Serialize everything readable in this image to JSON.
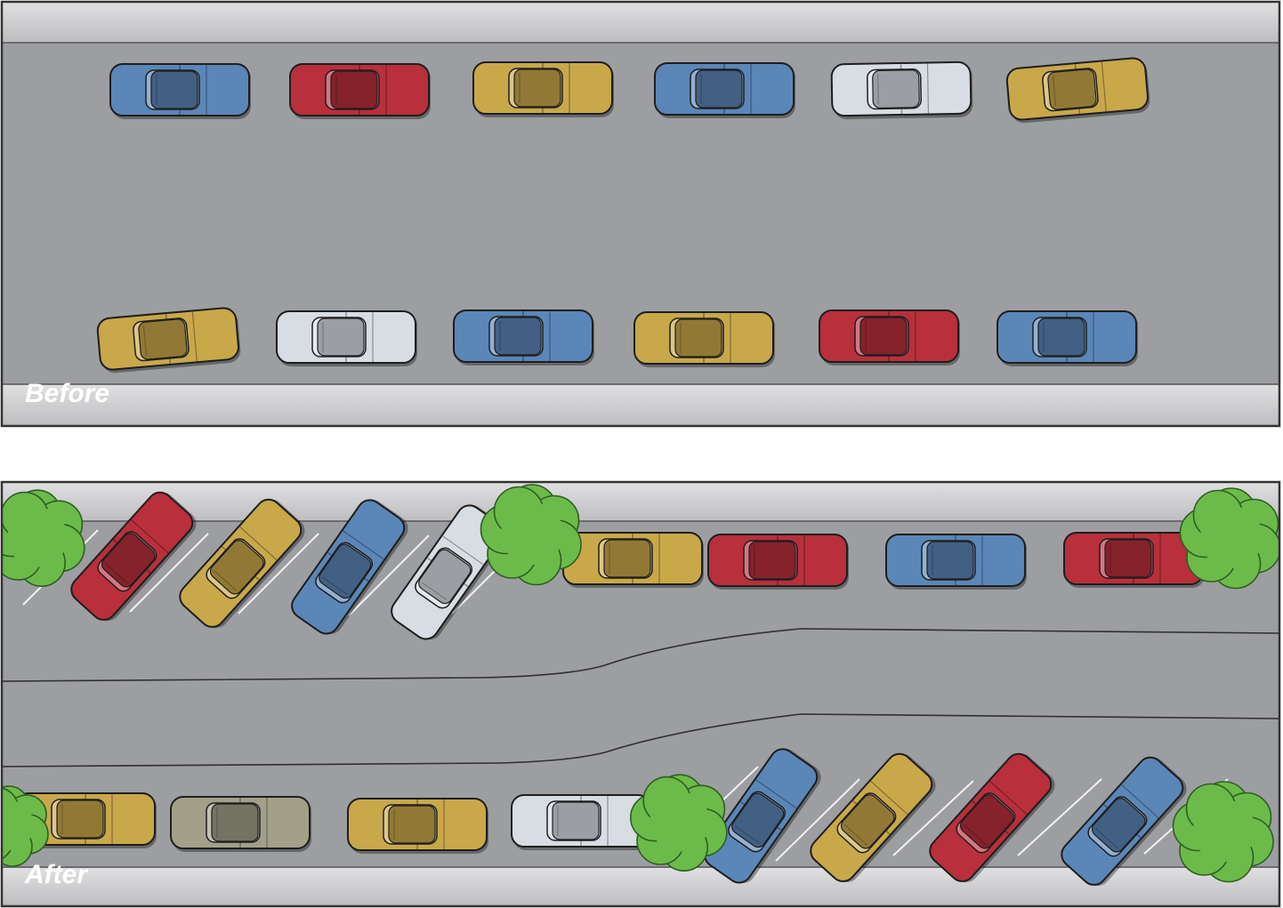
{
  "panels": {
    "before": {
      "label": "Before"
    },
    "after": {
      "label": "After"
    }
  },
  "colors": {
    "road": "#9d9ea1",
    "curb": "#cdcdcf",
    "car_blue": "#5b86b8",
    "car_red": "#b92f3c",
    "car_gold": "#c9a84a",
    "car_silver": "#d7dde3",
    "car_olive": "#a3a08a",
    "tree": "#6cbb4a"
  },
  "before_cars": {
    "top_row": [
      "blue",
      "red",
      "gold",
      "blue",
      "silver",
      "gold"
    ],
    "bottom_row": [
      "gold",
      "silver",
      "blue",
      "gold",
      "red",
      "blue"
    ]
  },
  "after_cars": {
    "angled_top": [
      "red",
      "gold",
      "blue",
      "silver"
    ],
    "parallel_top": [
      "gold",
      "red",
      "blue",
      "red"
    ],
    "parallel_bottom": [
      "gold",
      "olive",
      "gold",
      "silver"
    ],
    "angled_bottom": [
      "blue",
      "gold",
      "red",
      "blue"
    ]
  }
}
